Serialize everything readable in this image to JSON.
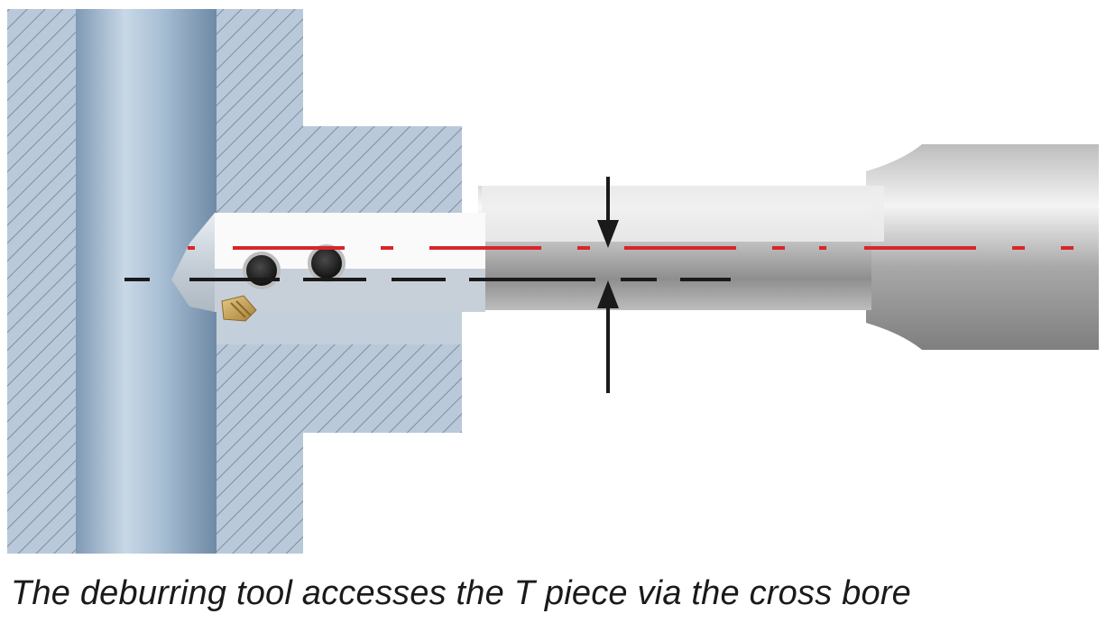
{
  "caption": "The deburring tool accesses the T piece via the cross bore",
  "colors": {
    "section_fill": "#b9c9d9",
    "hatch": "#7d8ea2",
    "bore": "#9fb8d0",
    "steel_light": "#f2f2f2",
    "steel_dark": "#8f8f8f",
    "offset_line": "#d7262a",
    "center_line": "#1a1a1a",
    "arrow": "#1a1a1a",
    "insert": "#c9a45a"
  },
  "icons": {
    "screw": "socket-cap-screw",
    "insert": "cutting-insert",
    "dimension_arrow": "dimension-arrow"
  }
}
